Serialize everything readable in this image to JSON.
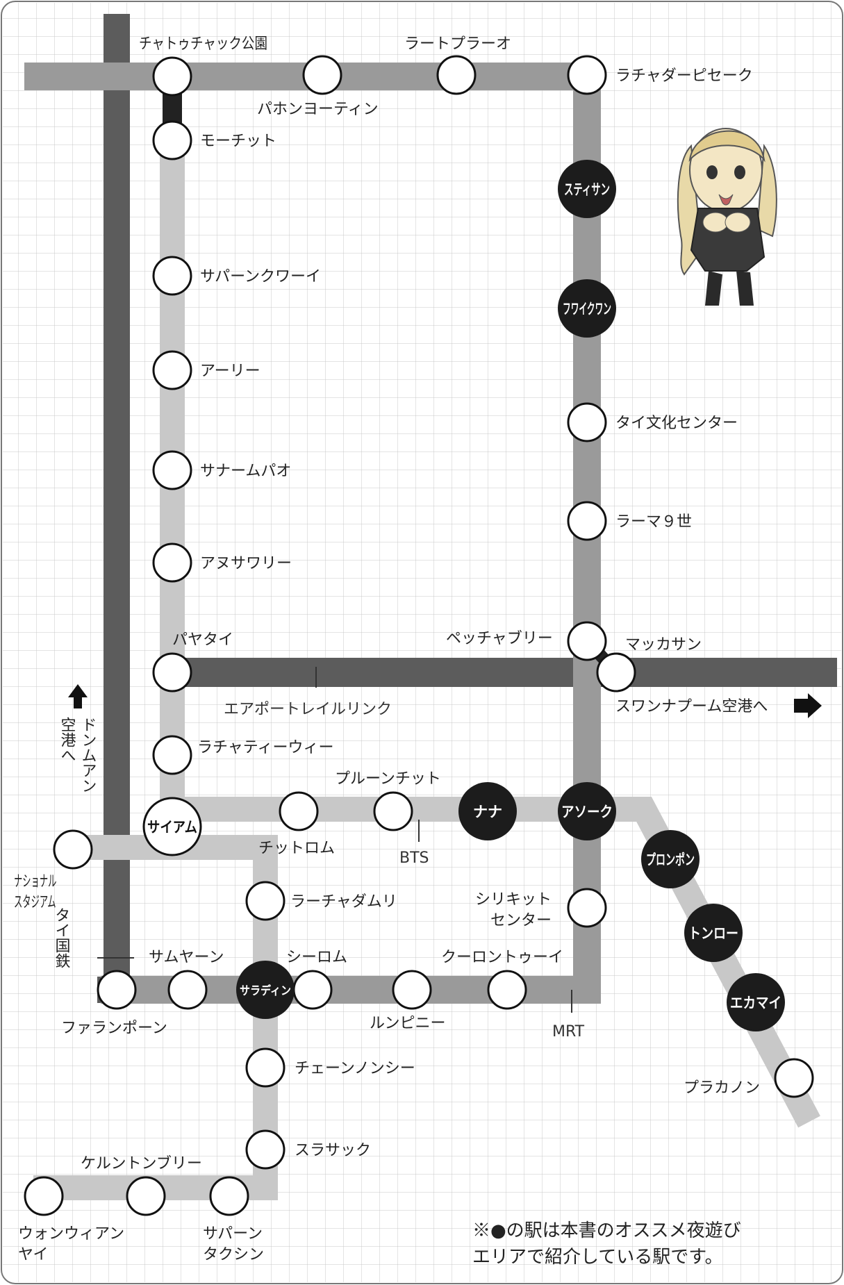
{
  "lines": {
    "airport_rail_link": "エアポートレイルリンク",
    "bts": "BTS",
    "mrt": "MRT",
    "thai_railway": "タイ国鉄"
  },
  "directions": {
    "to_don_mueang": "ドンムアン空港へ",
    "to_suvarnabhumi": "スワンナプーム空港へ"
  },
  "stations": {
    "chatuchak_park": "チャトゥチャック公園",
    "phahon_yothin": "パホンヨーティン",
    "lat_phrao": "ラートプラーオ",
    "ratchadaphisek": "ラチャダーピセーク",
    "mo_chit": "モーチット",
    "sutthisan": "スティサン",
    "huai_khwang": "フワイクワン",
    "thailand_cultural_centre": "タイ文化センター",
    "rama_9": "ラーマ９世",
    "saphan_khwai": "サパーンクワーイ",
    "ari": "アーリー",
    "sanam_pao": "サナームパオ",
    "victory_monument": "アヌサワリー",
    "phaya_thai": "パヤタイ",
    "phetchaburi": "ペッチャブリー",
    "makkasan": "マッカサン",
    "ratchathewi": "ラチャティーウィー",
    "siam": "サイアム",
    "chit_lom": "チットロム",
    "phloen_chit": "プルーンチット",
    "nana": "ナナ",
    "asok": "アソーク",
    "phrom_phong": "プロンポン",
    "thong_lo": "トンロー",
    "ekkamai": "エカマイ",
    "phra_khanong": "プラカノン",
    "national_stadium": "ナショナルスタジアム",
    "ratchadamri": "ラーチャダムリ",
    "sirikit_centre": "シリキットセンター",
    "sam_yan": "サムヤーン",
    "si_lom": "シーロム",
    "sala_daeng": "サラディン",
    "khlong_toei": "クーロントゥーイ",
    "lumphini": "ルンピニー",
    "hua_lamphong": "ファランポーン",
    "chong_nonsi": "チェーンノンシー",
    "surasak": "スラサック",
    "krung_thon_buri": "ケルントンブリー",
    "wongwian_yai": "ウォンウィアンヤイ",
    "saphan_taksin": "サパーンタクシン"
  },
  "note": {
    "line1": "※●の駅は本書のオススメ夜遊び",
    "line2": "エリアで紹介している駅です。"
  },
  "colors": {
    "background": "#ffffff",
    "grid": "#c9c9c9",
    "dark_line": "#5c5c5c",
    "mid_line": "#9a9a9a",
    "light_line": "#c8c8c8",
    "recommended_station": "#1c1c1c",
    "station": "#ffffff"
  },
  "icons": [
    "arrow-up-icon",
    "arrow-right-icon",
    "mascot-illustration"
  ]
}
